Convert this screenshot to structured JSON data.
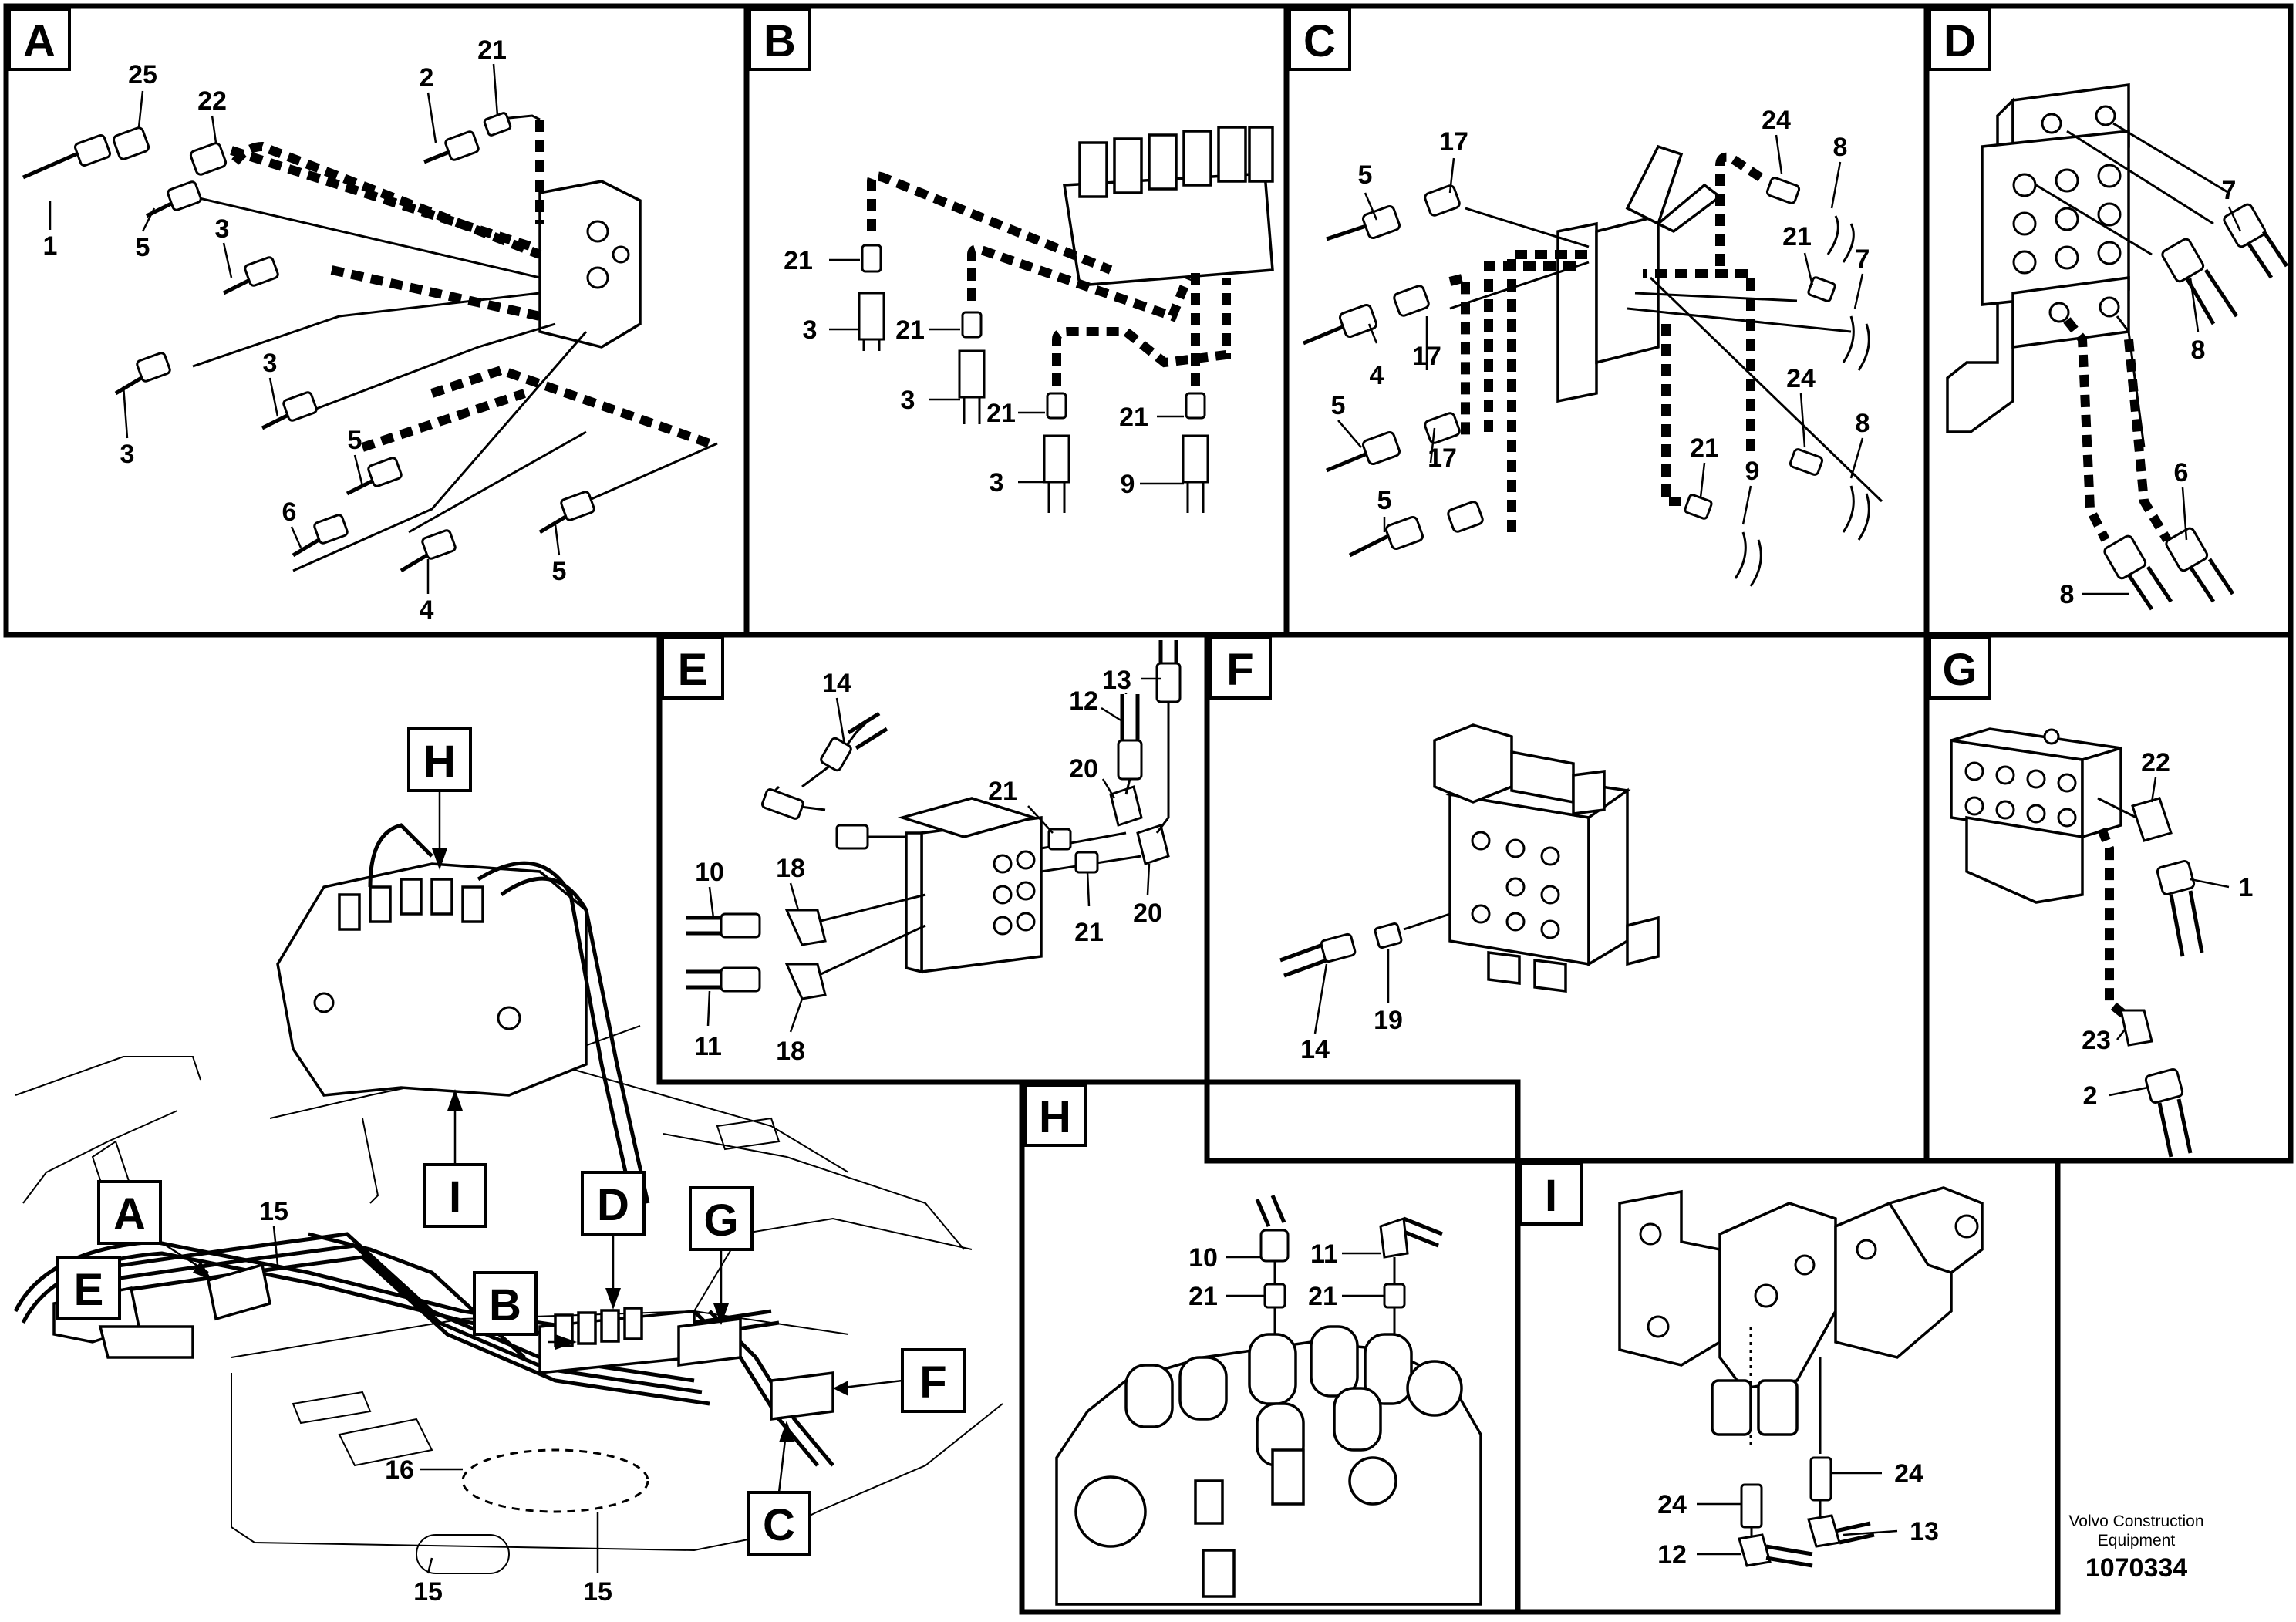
{
  "panels": [
    {
      "letter": "A",
      "callouts": [
        "1",
        "25",
        "22",
        "2",
        "21",
        "5",
        "3",
        "3",
        "3",
        "5",
        "6",
        "4",
        "5"
      ]
    },
    {
      "letter": "B",
      "callouts": [
        "21",
        "3",
        "21",
        "3",
        "21",
        "3",
        "21",
        "9"
      ]
    },
    {
      "letter": "C",
      "callouts": [
        "5",
        "17",
        "24",
        "8",
        "21",
        "7",
        "4",
        "17",
        "5",
        "5",
        "17",
        "24",
        "8",
        "21",
        "9"
      ]
    },
    {
      "letter": "D",
      "callouts": [
        "7",
        "8",
        "6",
        "8"
      ]
    },
    {
      "letter": "E",
      "callouts": [
        "14",
        "13",
        "12",
        "20",
        "21",
        "10",
        "18",
        "21",
        "20",
        "11",
        "18"
      ]
    },
    {
      "letter": "F",
      "callouts": [
        "14",
        "19"
      ]
    },
    {
      "letter": "G",
      "callouts": [
        "22",
        "1",
        "23",
        "2"
      ]
    },
    {
      "letter": "H",
      "callouts": [
        "10",
        "11",
        "21",
        "21"
      ]
    },
    {
      "letter": "I",
      "callouts": [
        "24",
        "24",
        "12",
        "13"
      ]
    }
  ],
  "overview": {
    "pointer_letters": [
      "H",
      "I",
      "A",
      "E",
      "D",
      "G",
      "B",
      "F",
      "C"
    ],
    "callouts": [
      "15",
      "16",
      "15",
      "15"
    ]
  },
  "logo": {
    "brand_line1": "Volvo Construction",
    "brand_line2": "Equipment",
    "drawing_number": "1070334"
  }
}
